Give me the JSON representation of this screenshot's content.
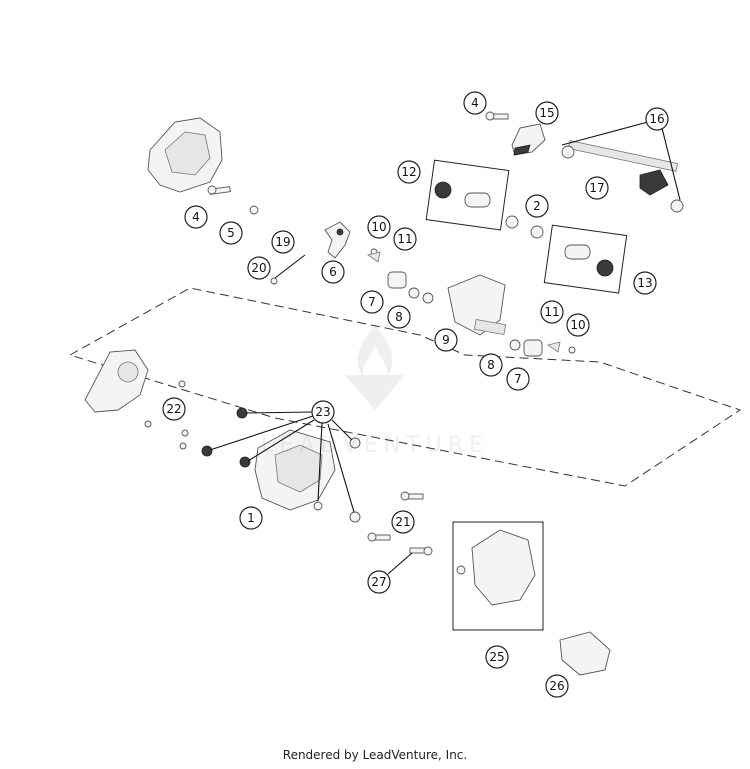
{
  "footer": {
    "credit": "Rendered by LeadVenture, Inc."
  },
  "watermark": {
    "text": "LEADVENTURE"
  },
  "callouts": [
    {
      "id": "c4a",
      "label": "4"
    },
    {
      "id": "c15",
      "label": "15"
    },
    {
      "id": "c16",
      "label": "16"
    },
    {
      "id": "c12",
      "label": "12"
    },
    {
      "id": "c2",
      "label": "2"
    },
    {
      "id": "c17",
      "label": "17"
    },
    {
      "id": "c4b",
      "label": "4"
    },
    {
      "id": "c5",
      "label": "5"
    },
    {
      "id": "c19",
      "label": "19"
    },
    {
      "id": "c20",
      "label": "20"
    },
    {
      "id": "c10a",
      "label": "10"
    },
    {
      "id": "c11a",
      "label": "11"
    },
    {
      "id": "c6",
      "label": "6"
    },
    {
      "id": "c13",
      "label": "13"
    },
    {
      "id": "c7a",
      "label": "7"
    },
    {
      "id": "c8a",
      "label": "8"
    },
    {
      "id": "c9",
      "label": "9"
    },
    {
      "id": "c11b",
      "label": "11"
    },
    {
      "id": "c10b",
      "label": "10"
    },
    {
      "id": "c8b",
      "label": "8"
    },
    {
      "id": "c7b",
      "label": "7"
    },
    {
      "id": "c22",
      "label": "22"
    },
    {
      "id": "c23",
      "label": "23"
    },
    {
      "id": "c1",
      "label": "1"
    },
    {
      "id": "c21",
      "label": "21"
    },
    {
      "id": "c27",
      "label": "27"
    },
    {
      "id": "c25",
      "label": "25"
    },
    {
      "id": "c26",
      "label": "26"
    }
  ]
}
